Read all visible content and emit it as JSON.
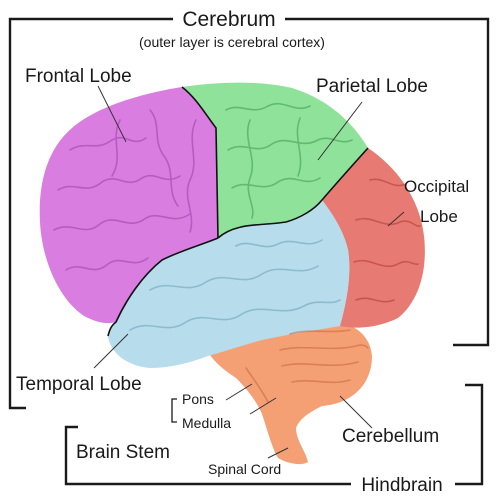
{
  "labels": {
    "cerebrum": "Cerebrum",
    "cerebrum_note": "(outer layer is cerebral cortex)",
    "frontal": "Frontal Lobe",
    "parietal": "Parietal Lobe",
    "occipital_1": "Occipital",
    "occipital_2": "Lobe",
    "temporal": "Temporal Lobe",
    "pons": "Pons",
    "medulla": "Medulla",
    "brain_stem": "Brain Stem",
    "cerebellum": "Cerebellum",
    "spinal_cord": "Spinal Cord",
    "hindbrain": "Hindbrain"
  },
  "colors": {
    "frontal": "#d97ee0",
    "parietal": "#8fe29a",
    "occipital": "#e77a72",
    "temporal": "#b7dcec",
    "hindbrain": "#f4a074",
    "text": "#1a1a1a"
  }
}
